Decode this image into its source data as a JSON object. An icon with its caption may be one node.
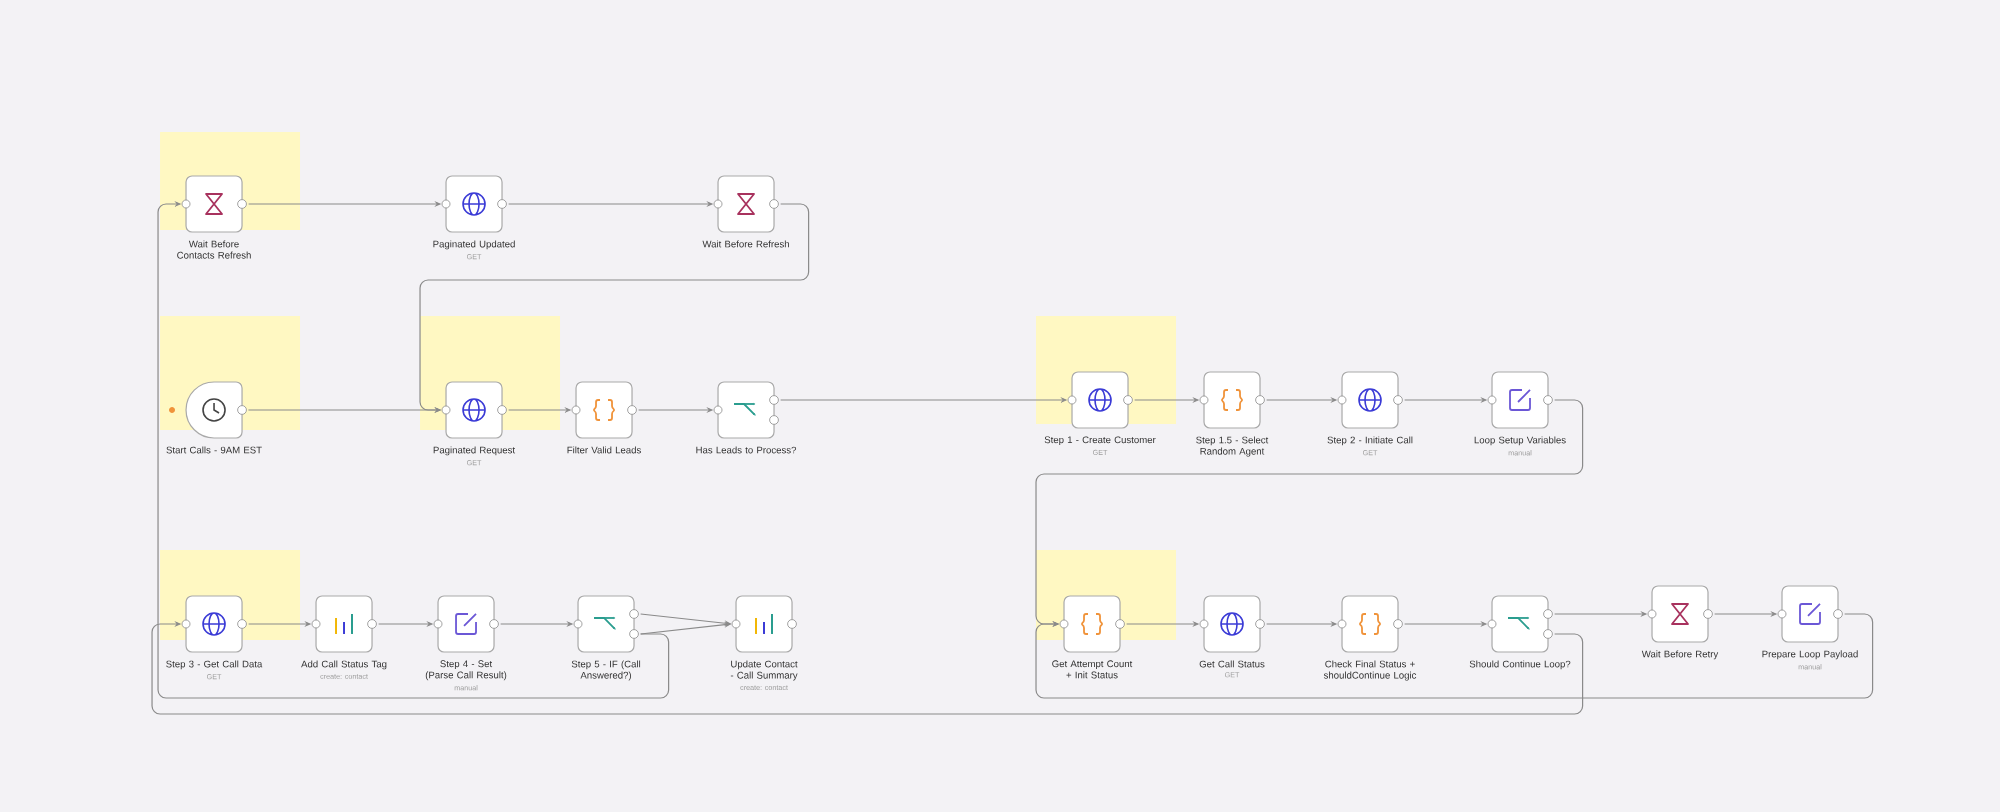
{
  "diagram": {
    "nodes": [
      {
        "text": [
          "Wait Before Contacts Refresh"
        ]
      },
      {
        "text": [
          "Paginated Updated",
          "GET"
        ]
      },
      {
        "text": [
          "Wait Before Refresh"
        ]
      },
      {
        "text": [
          "Start Calls - 9AM EST"
        ]
      },
      {
        "text": [
          "Paginated Request",
          "GET"
        ]
      },
      {
        "text": [
          "Filter Valid Leads"
        ]
      },
      {
        "text": [
          "Has Leads to Process?"
        ]
      },
      {
        "text": [
          "Step 1 - Create Customer",
          "GET"
        ]
      },
      {
        "text": [
          "Step 1.5 - Select Random Agent"
        ]
      },
      {
        "text": [
          "Step 2 - Initiate Call",
          "GET"
        ]
      },
      {
        "text": [
          "Loop Setup Variables",
          "manual"
        ]
      },
      {
        "text": [
          "Step 3 - Get Call Data",
          "GET"
        ]
      },
      {
        "text": [
          "Add Call Status Tag",
          "create: contact"
        ]
      },
      {
        "text": [
          "Step 4 - Set (Parse Call Result)",
          "manual"
        ]
      },
      {
        "text": [
          "Step 5 - IF (Call Answered?)"
        ]
      },
      {
        "text": [
          "Update Contact - Call Summary",
          "create: contact"
        ]
      },
      {
        "text": [
          "Get Attempt Count + Init Status"
        ]
      },
      {
        "text": [
          "Get Call Status",
          "GET"
        ]
      },
      {
        "text": [
          "Check Final Status + shouldContinue Logic"
        ]
      },
      {
        "text": [
          "Should Continue Loop?"
        ]
      },
      {
        "text": [
          "Wait Before Retry"
        ]
      },
      {
        "text": [
          "Prepare Loop Payload",
          "manual"
        ]
      }
    ],
    "edges": [
      {
        "from": 0,
        "to": 1,
        "arrow": "to"
      },
      {
        "from": 1,
        "to": 2,
        "arrow": "to"
      },
      {
        "from": 2,
        "to": 4,
        "arrow": "to"
      },
      {
        "from": 3,
        "to": 4,
        "arrow": "to"
      },
      {
        "from": 4,
        "to": 5,
        "arrow": "to"
      },
      {
        "from": 5,
        "to": 6,
        "arrow": "to"
      },
      {
        "from": 6,
        "to": 7,
        "arrow": "to"
      },
      {
        "from": 7,
        "to": 8,
        "arrow": "to"
      },
      {
        "from": 8,
        "to": 9,
        "arrow": "to"
      },
      {
        "from": 9,
        "to": 10,
        "arrow": "to"
      },
      {
        "from": 10,
        "to": 16,
        "arrow": "to"
      },
      {
        "from": 11,
        "to": 12,
        "arrow": "to"
      },
      {
        "from": 12,
        "to": 13,
        "arrow": "to"
      },
      {
        "from": 13,
        "to": 14,
        "arrow": "to"
      },
      {
        "from": 14,
        "to": 15,
        "arrow": "to"
      },
      {
        "from": 14,
        "to": 15,
        "arrow": "to"
      },
      {
        "from": 14,
        "to": 0,
        "arrow": "to"
      },
      {
        "from": 16,
        "to": 17,
        "arrow": "to"
      },
      {
        "from": 17,
        "to": 18,
        "arrow": "to"
      },
      {
        "from": 18,
        "to": 19,
        "arrow": "to"
      },
      {
        "from": 19,
        "to": 20,
        "arrow": "to"
      },
      {
        "from": 20,
        "to": 21,
        "arrow": "to"
      },
      {
        "from": 21,
        "to": 16,
        "arrow": "to"
      },
      {
        "from": 19,
        "to": 11,
        "arrow": "to"
      }
    ]
  }
}
